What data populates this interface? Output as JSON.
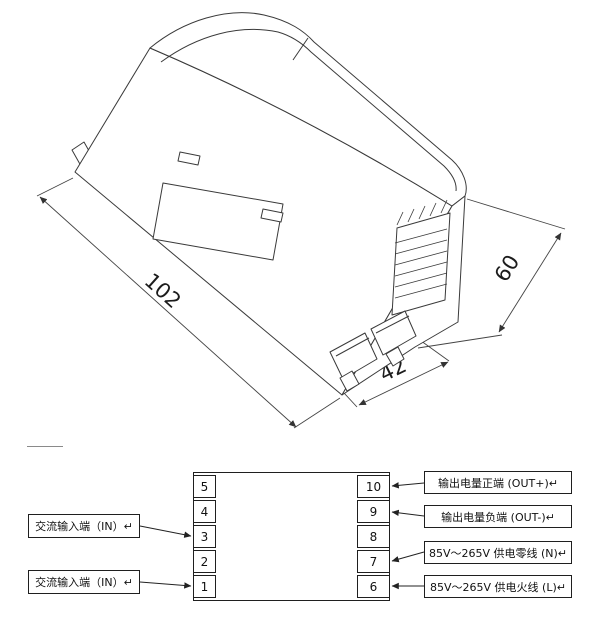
{
  "drawing": {
    "dimensions": {
      "length": "102",
      "height": "60",
      "width": "42"
    }
  },
  "terminal_diagram": {
    "left_terminals": [
      "5",
      "4",
      "3",
      "2",
      "1"
    ],
    "right_terminals": [
      "10",
      "9",
      "8",
      "7",
      "6"
    ],
    "left_labels": [
      {
        "text": "交流输入端（IN）↵"
      },
      {
        "text": "交流输入端（IN）↵"
      }
    ],
    "right_labels": [
      {
        "text": "输出电量正端 (OUT+)↵"
      },
      {
        "text": "输出电量负端 (OUT-)↵"
      },
      {
        "text": "85V～265V 供电零线 (N)↵"
      },
      {
        "text": "85V～265V 供电火线 (L)↵"
      }
    ]
  }
}
